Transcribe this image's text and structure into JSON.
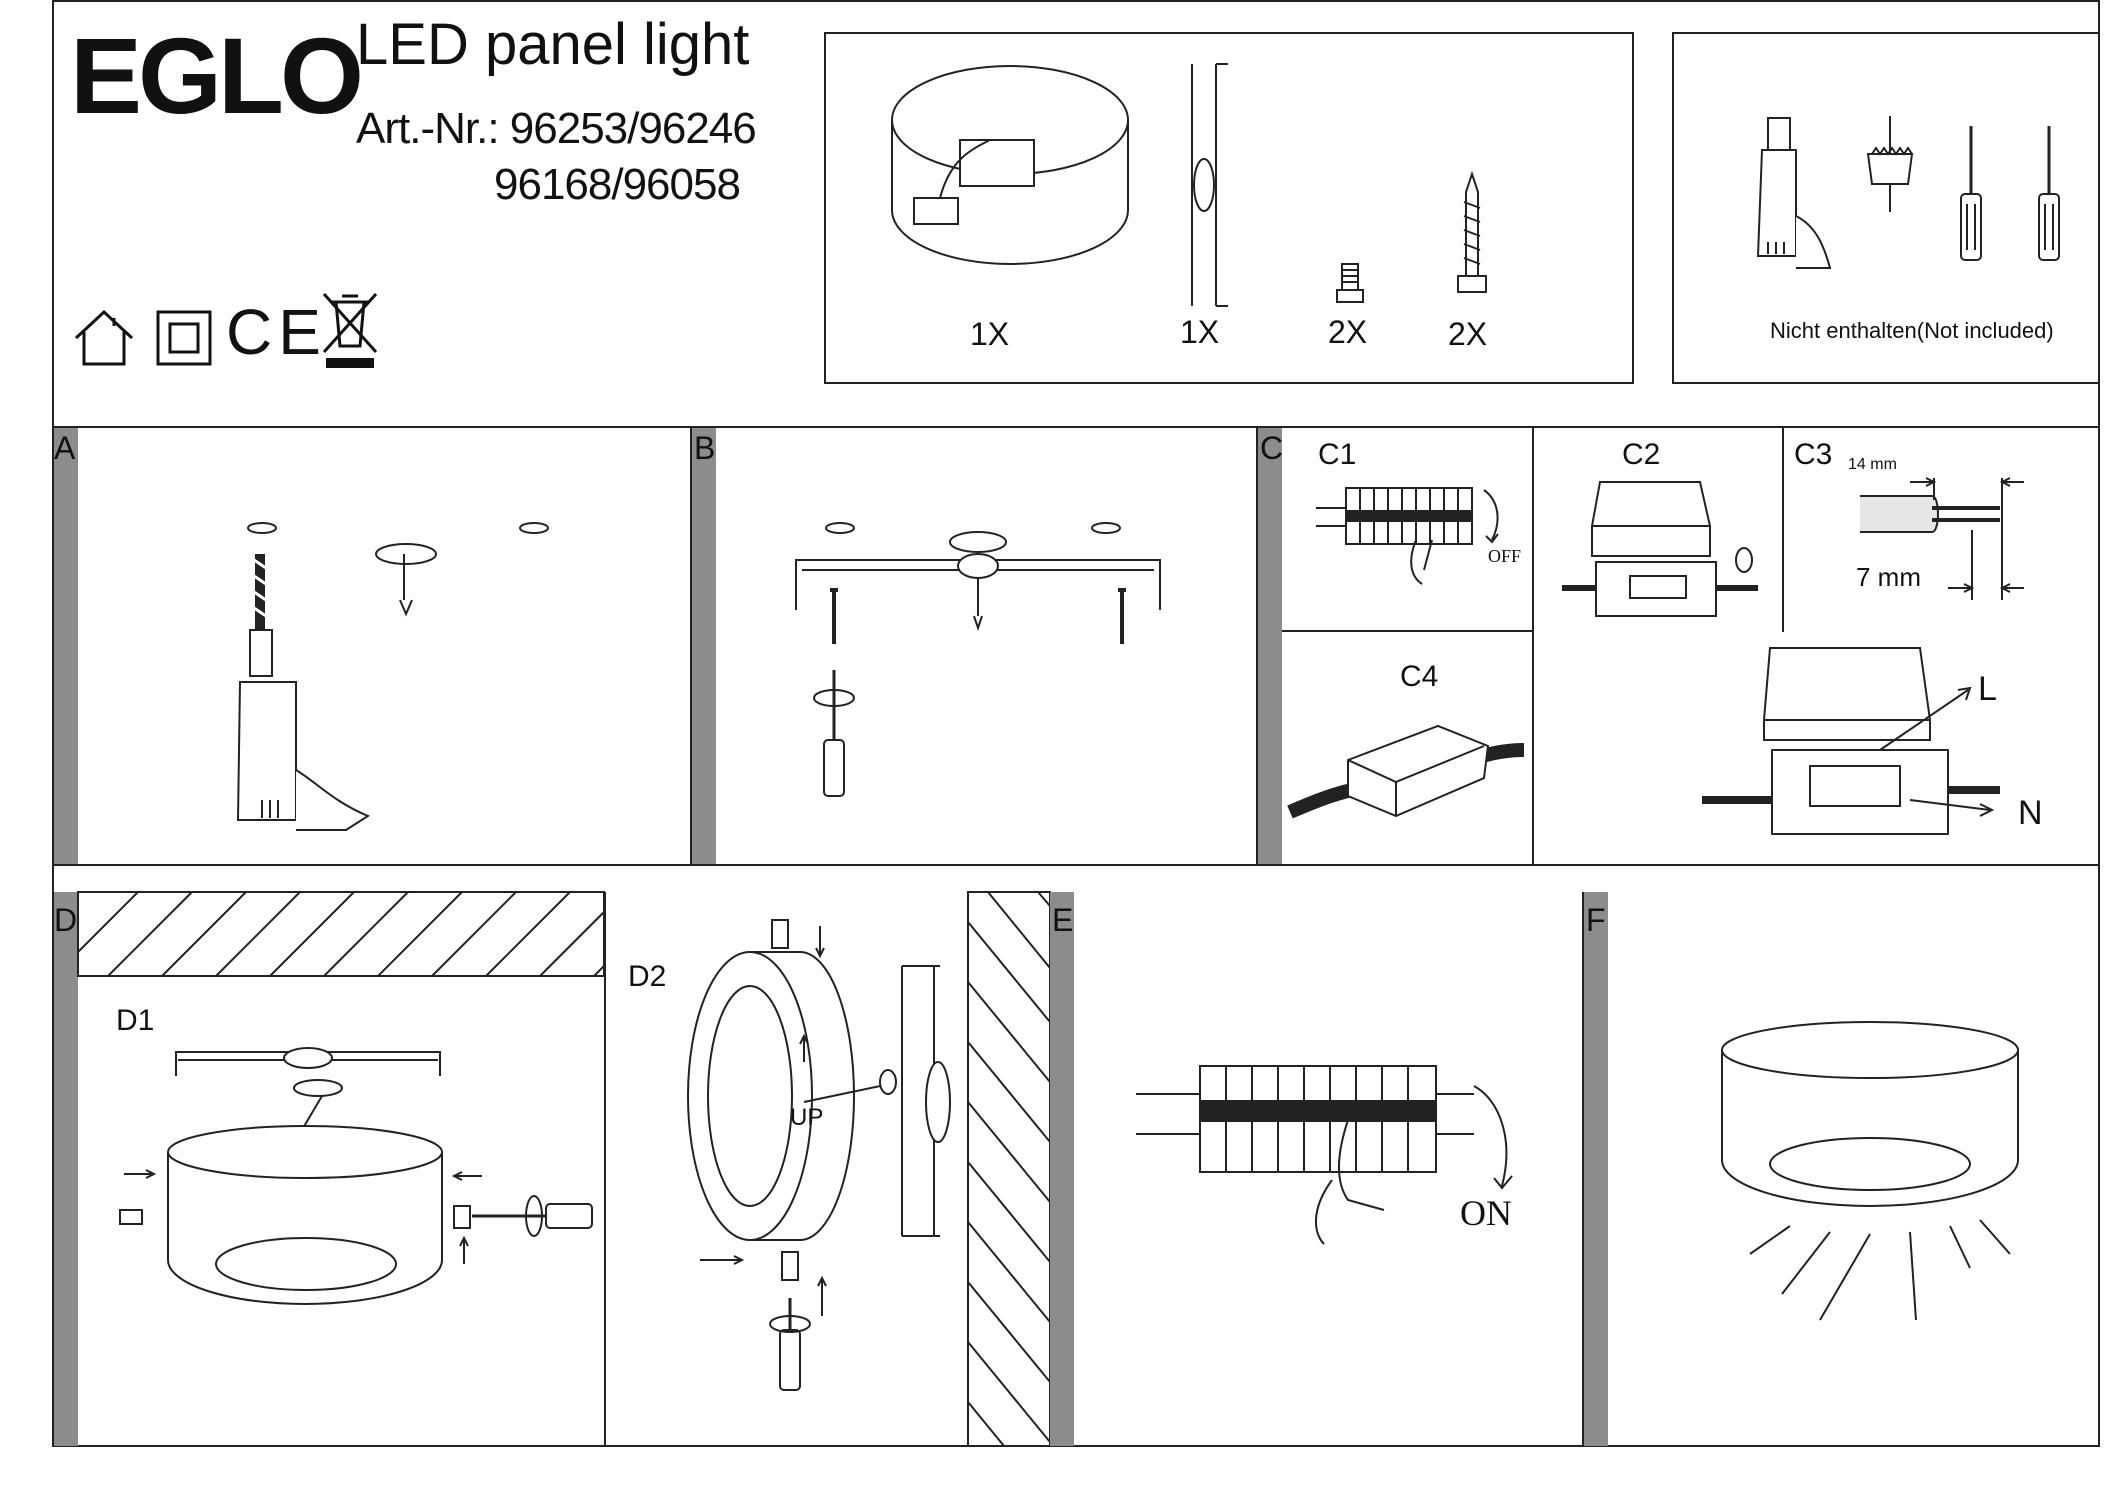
{
  "header": {
    "brand": "EGLO",
    "product_name": "LED panel light",
    "article_label": "Art.-Nr.:",
    "article_numbers_line1": "96253/96246",
    "article_numbers_line2": "96168/96058",
    "compliance_icons": [
      "indoor-use-icon",
      "class-ii-icon",
      "ce-mark-icon",
      "weee-bin-icon"
    ],
    "ce_text": "CE"
  },
  "included_parts": [
    {
      "name": "luminaire-housing",
      "qty": "1X"
    },
    {
      "name": "mounting-bracket",
      "qty": "1X"
    },
    {
      "name": "machine-screw",
      "qty": "2X"
    },
    {
      "name": "wood-screw",
      "qty": "2X"
    }
  ],
  "tools": {
    "items": [
      "drill-icon",
      "wall-plug-icon",
      "flat-screwdriver-icon",
      "phillips-screwdriver-icon"
    ],
    "note": "Nicht enthalten(Not included)"
  },
  "steps": {
    "a": "A",
    "b": "B",
    "c": "C",
    "c1": "C1",
    "c1_off": "OFF",
    "c2": "C2",
    "c3": "C3",
    "c3_strip": "14 mm",
    "c3_core": "7 mm",
    "c4": "C4",
    "live": "L",
    "neutral": "N",
    "d": "D",
    "d1": "D1",
    "d2": "D2",
    "up": "UP",
    "e": "E",
    "on": "ON",
    "f": "F"
  }
}
